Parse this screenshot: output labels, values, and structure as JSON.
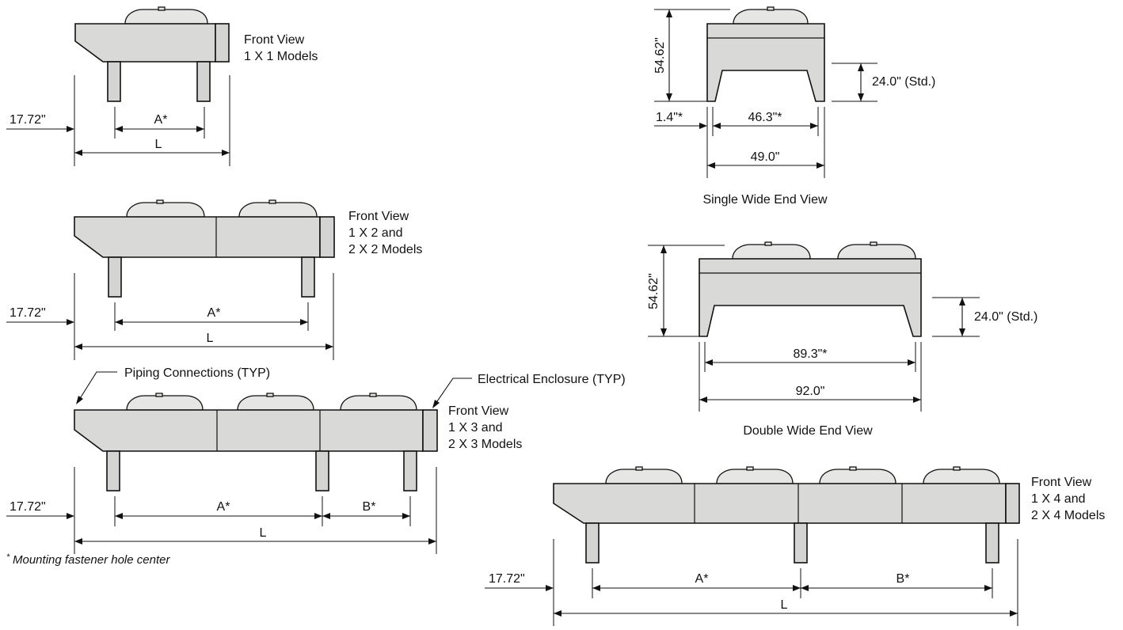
{
  "views": {
    "front_1x1": {
      "title": "Front View",
      "subtitle": "1 X 1 Models",
      "offset": "17.72\"",
      "dim_a": "A*",
      "dim_l": "L"
    },
    "front_1x2": {
      "title": "Front View",
      "subtitle1": "1 X 2 and",
      "subtitle2": "2 X 2 Models",
      "offset": "17.72\"",
      "dim_a": "A*",
      "dim_l": "L"
    },
    "front_1x3": {
      "title": "Front View",
      "subtitle1": "1 X 3 and",
      "subtitle2": "2 X 3 Models",
      "offset": "17.72\"",
      "dim_a": "A*",
      "dim_b": "B*",
      "dim_l": "L",
      "callout_piping": "Piping Connections (TYP)",
      "callout_electrical": "Electrical Enclosure (TYP)"
    },
    "front_1x4": {
      "title": "Front View",
      "subtitle1": "1 X 4 and",
      "subtitle2": "2 X 4 Models",
      "offset": "17.72\"",
      "dim_a": "A*",
      "dim_b": "B*",
      "dim_l": "L"
    },
    "single_end": {
      "caption": "Single Wide End View",
      "height": "54.62\"",
      "leg_height": "24.0\" (Std.)",
      "side_offset": "1.4\"*",
      "inner_width": "46.3\"*",
      "outer_width": "49.0\""
    },
    "double_end": {
      "caption": "Double Wide End View",
      "height": "54.62\"",
      "leg_height": "24.0\" (Std.)",
      "inner_width": "89.3\"*",
      "outer_width": "92.0\""
    }
  },
  "footnote": {
    "mark": "*",
    "text": "Mounting fastener hole center"
  },
  "icons": [
    "fan-icon",
    "dimension-arrow-icon",
    "callout-leader-icon"
  ]
}
